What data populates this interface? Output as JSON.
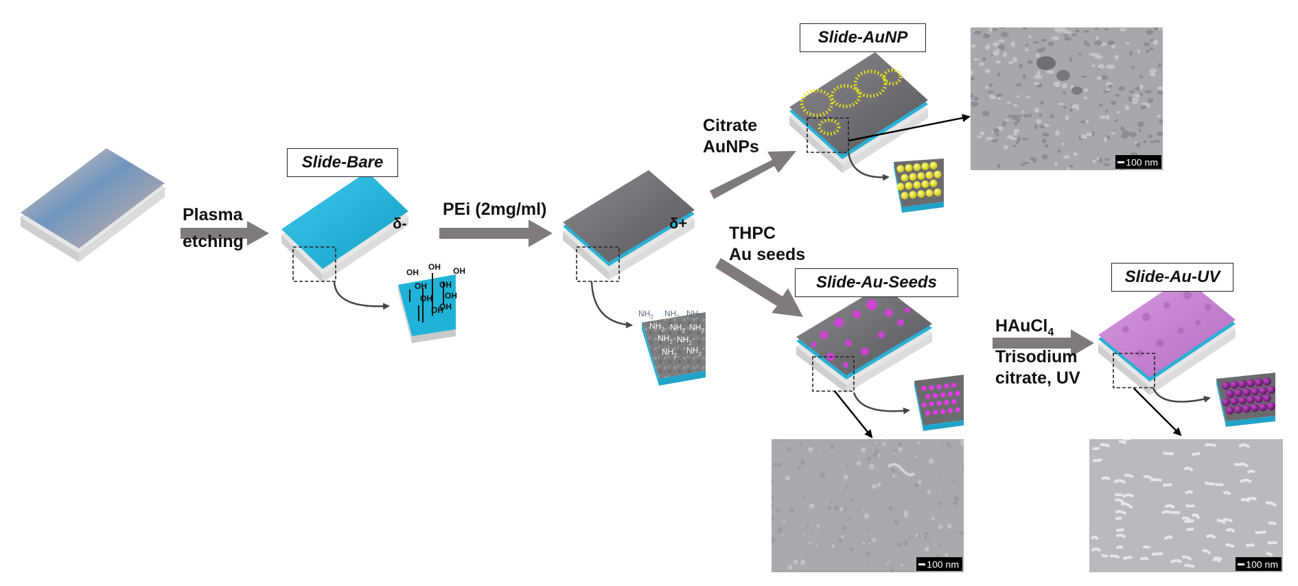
{
  "steps": {
    "plasma": [
      "Plasma",
      "etching"
    ],
    "pei": "PEi (2mg/ml)",
    "citrate": [
      "Citrate",
      "AuNPs"
    ],
    "thpc": [
      "THPC",
      "Au seeds"
    ],
    "haucl4": {
      "base": "HAuCl",
      "sub": "4"
    },
    "trisodium": [
      "Trisodium",
      "citrate, UV"
    ]
  },
  "samples": {
    "bare": "Slide-Bare",
    "aunp": "Slide-AuNP",
    "seeds": "Slide-Au-Seeds",
    "auuv": "Slide-Au-UV"
  },
  "charges": {
    "negative": "δ-",
    "positive": "δ+"
  },
  "groups": {
    "oh": "OH",
    "nh2": "NH",
    "nh2_sub": "2"
  },
  "scale_bar": "100 nm",
  "colors": {
    "arrow": "#7f7a7c",
    "slide_cyan": "#1fb3d8",
    "slide_gray": "#6e6e72",
    "gold_np": "#e8e615",
    "magenta_seed": "#e23ae6",
    "purple_np": "#8c1f8c"
  }
}
